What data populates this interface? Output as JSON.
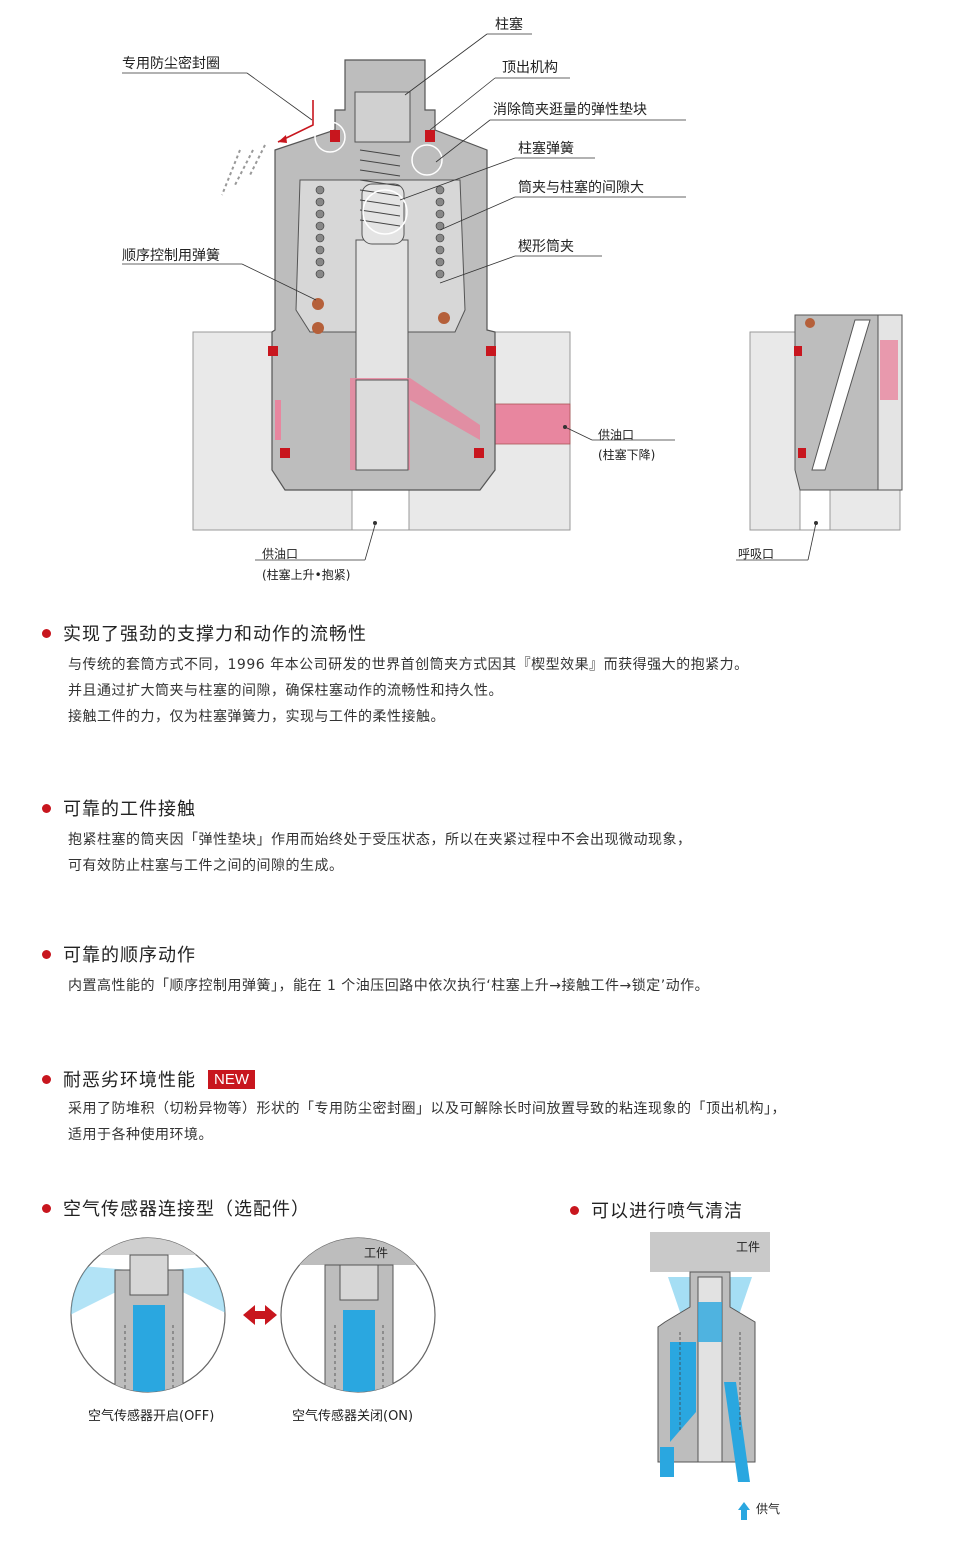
{
  "diagram_top": {
    "callouts": {
      "plunger": "柱塞",
      "dust_seal": "专用防尘密封圈",
      "ejector": "顶出机构",
      "elastic_pad": "消除筒夹逛量的弹性垫块",
      "plunger_spring": "柱塞弹簧",
      "gap": "筒夹与柱塞的间隙大",
      "wedge_collet": "楔形筒夹",
      "sequence_spring": "顺序控制用弹簧"
    },
    "oil_port_right": {
      "label": "供油口",
      "note": "(柱塞下降)"
    },
    "oil_port_bottom": {
      "label": "供油口",
      "note": "(柱塞上升•抱紧)"
    },
    "breath_port": {
      "label": "呼吸口"
    }
  },
  "sections": [
    {
      "title": "实现了强劲的支撑力和动作的流畅性",
      "lines": [
        "与传统的套筒方式不同，1996 年本公司研发的世界首创筒夹方式因其『楔型效果』而获得强大的抱紧力。",
        "并且通过扩大筒夹与柱塞的间隙，确保柱塞动作的流畅性和持久性。",
        "接触工件的力，仅为柱塞弹簧力，实现与工件的柔性接触。"
      ]
    },
    {
      "title": "可靠的工件接触",
      "lines": [
        "抱紧柱塞的筒夹因「弹性垫块」作用而始终处于受压状态，所以在夹紧过程中不会出现微动现象，",
        "可有效防止柱塞与工件之间的间隙的生成。"
      ]
    },
    {
      "title": "可靠的顺序动作",
      "lines": [
        "内置高性能的「顺序控制用弹簧」，能在 1 个油压回路中依次执行‘柱塞上升→接触工件→锁定’动作。"
      ]
    },
    {
      "title": "耐恶劣环境性能",
      "badge": "NEW",
      "lines": [
        "采用了防堆积（切粉异物等）形状的「专用防尘密封圈」以及可解除长时间放置导致的粘连现象的「顶出机构」，",
        "适用于各种使用环境。"
      ]
    }
  ],
  "air_sensor": {
    "title": "空气传感器连接型（选配件）",
    "caption_off": "空气传感器开启(OFF)",
    "caption_on": "空气传感器关闭(ON)",
    "workpiece": "工件"
  },
  "air_blow": {
    "title": "可以进行喷气清洁",
    "workpiece": "工件",
    "supply": "供气"
  },
  "colors": {
    "accent": "#c8161e",
    "oil": "#e8869f",
    "air": "#2aa7e0",
    "body": "#b9b9b9"
  }
}
